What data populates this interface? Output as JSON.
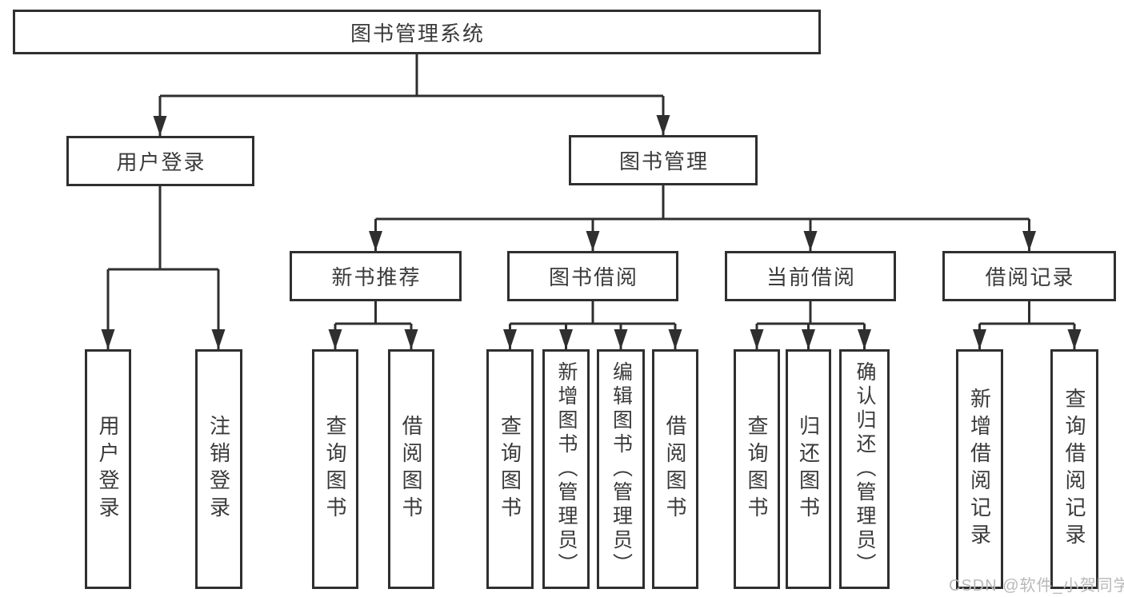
{
  "tree": {
    "root": {
      "label": "图书管理系统"
    },
    "branches": [
      {
        "label": "用户登录",
        "children": [
          {
            "label": "用户登录"
          },
          {
            "label": "注销登录"
          }
        ]
      },
      {
        "label": "图书管理",
        "children": [
          {
            "label": "新书推荐",
            "children": [
              {
                "label": "查询图书"
              },
              {
                "label": "借阅图书"
              }
            ]
          },
          {
            "label": "图书借阅",
            "children": [
              {
                "label": "查询图书"
              },
              {
                "label": "新增图书（管理员）"
              },
              {
                "label": "编辑图书（管理员）"
              },
              {
                "label": "借阅图书"
              }
            ]
          },
          {
            "label": "当前借阅",
            "children": [
              {
                "label": "查询图书"
              },
              {
                "label": "归还图书"
              },
              {
                "label": "确认归还（管理员）"
              }
            ]
          },
          {
            "label": "借阅记录",
            "children": [
              {
                "label": "新增借阅记录"
              },
              {
                "label": "查询借阅记录"
              }
            ]
          }
        ]
      }
    ]
  },
  "watermark": {
    "text": "CSDN @软件_小贺同学"
  },
  "colors": {
    "line": "#2f2f2f",
    "text": "#3a3a3a",
    "watermark": "#b9b9b9",
    "background": "#ffffff"
  }
}
